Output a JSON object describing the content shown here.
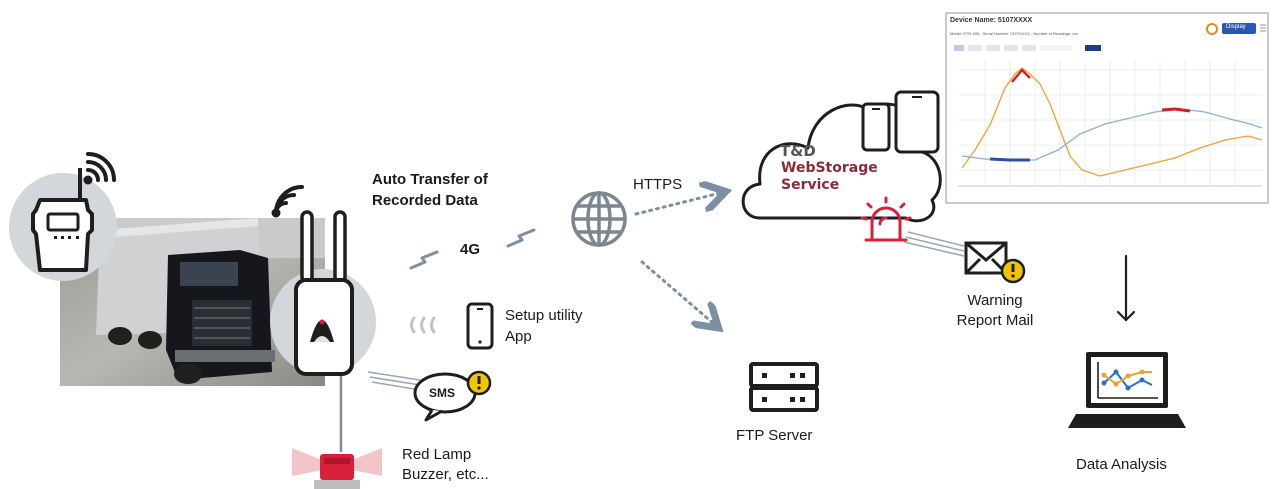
{
  "labels": {
    "auto_transfer": [
      "Auto Transfer of",
      "Recorded Data"
    ],
    "network_4g": "4G",
    "https": "HTTPS",
    "setup_app": [
      "Setup utility",
      "App"
    ],
    "sms": "SMS",
    "red_lamp": [
      "Red Lamp",
      "Buzzer, etc..."
    ],
    "ftp_server": "FTP Server",
    "warning_mail": [
      "Warning",
      "Report Mail"
    ],
    "data_analysis": "Data Analysis",
    "cloud_td": "T&D",
    "cloud_webstorage": "WebStorage",
    "cloud_service": "Service"
  },
  "screenshot": {
    "device_name": "Device Name: 5107XXXX",
    "info_line": "Model: RTR-505 , Serial Number: 5107XXXX , Number of Readings: xxx",
    "button_label": "Display"
  },
  "colors": {
    "icon_dark": "#1e1e1e",
    "circle_gray": "#d3d6db",
    "arrow_gray": "#7d8fa3",
    "globe_gray": "#7d8590",
    "alert_red": "#d8203a",
    "webstorage_red": "#8c2a3a",
    "warning_yellow": "#f2c500",
    "series_orange": "#f0a030",
    "series_blue": "#8ab0d0",
    "series_highlight_blue": "#2c4fa0",
    "series_highlight_red": "#d02020"
  }
}
